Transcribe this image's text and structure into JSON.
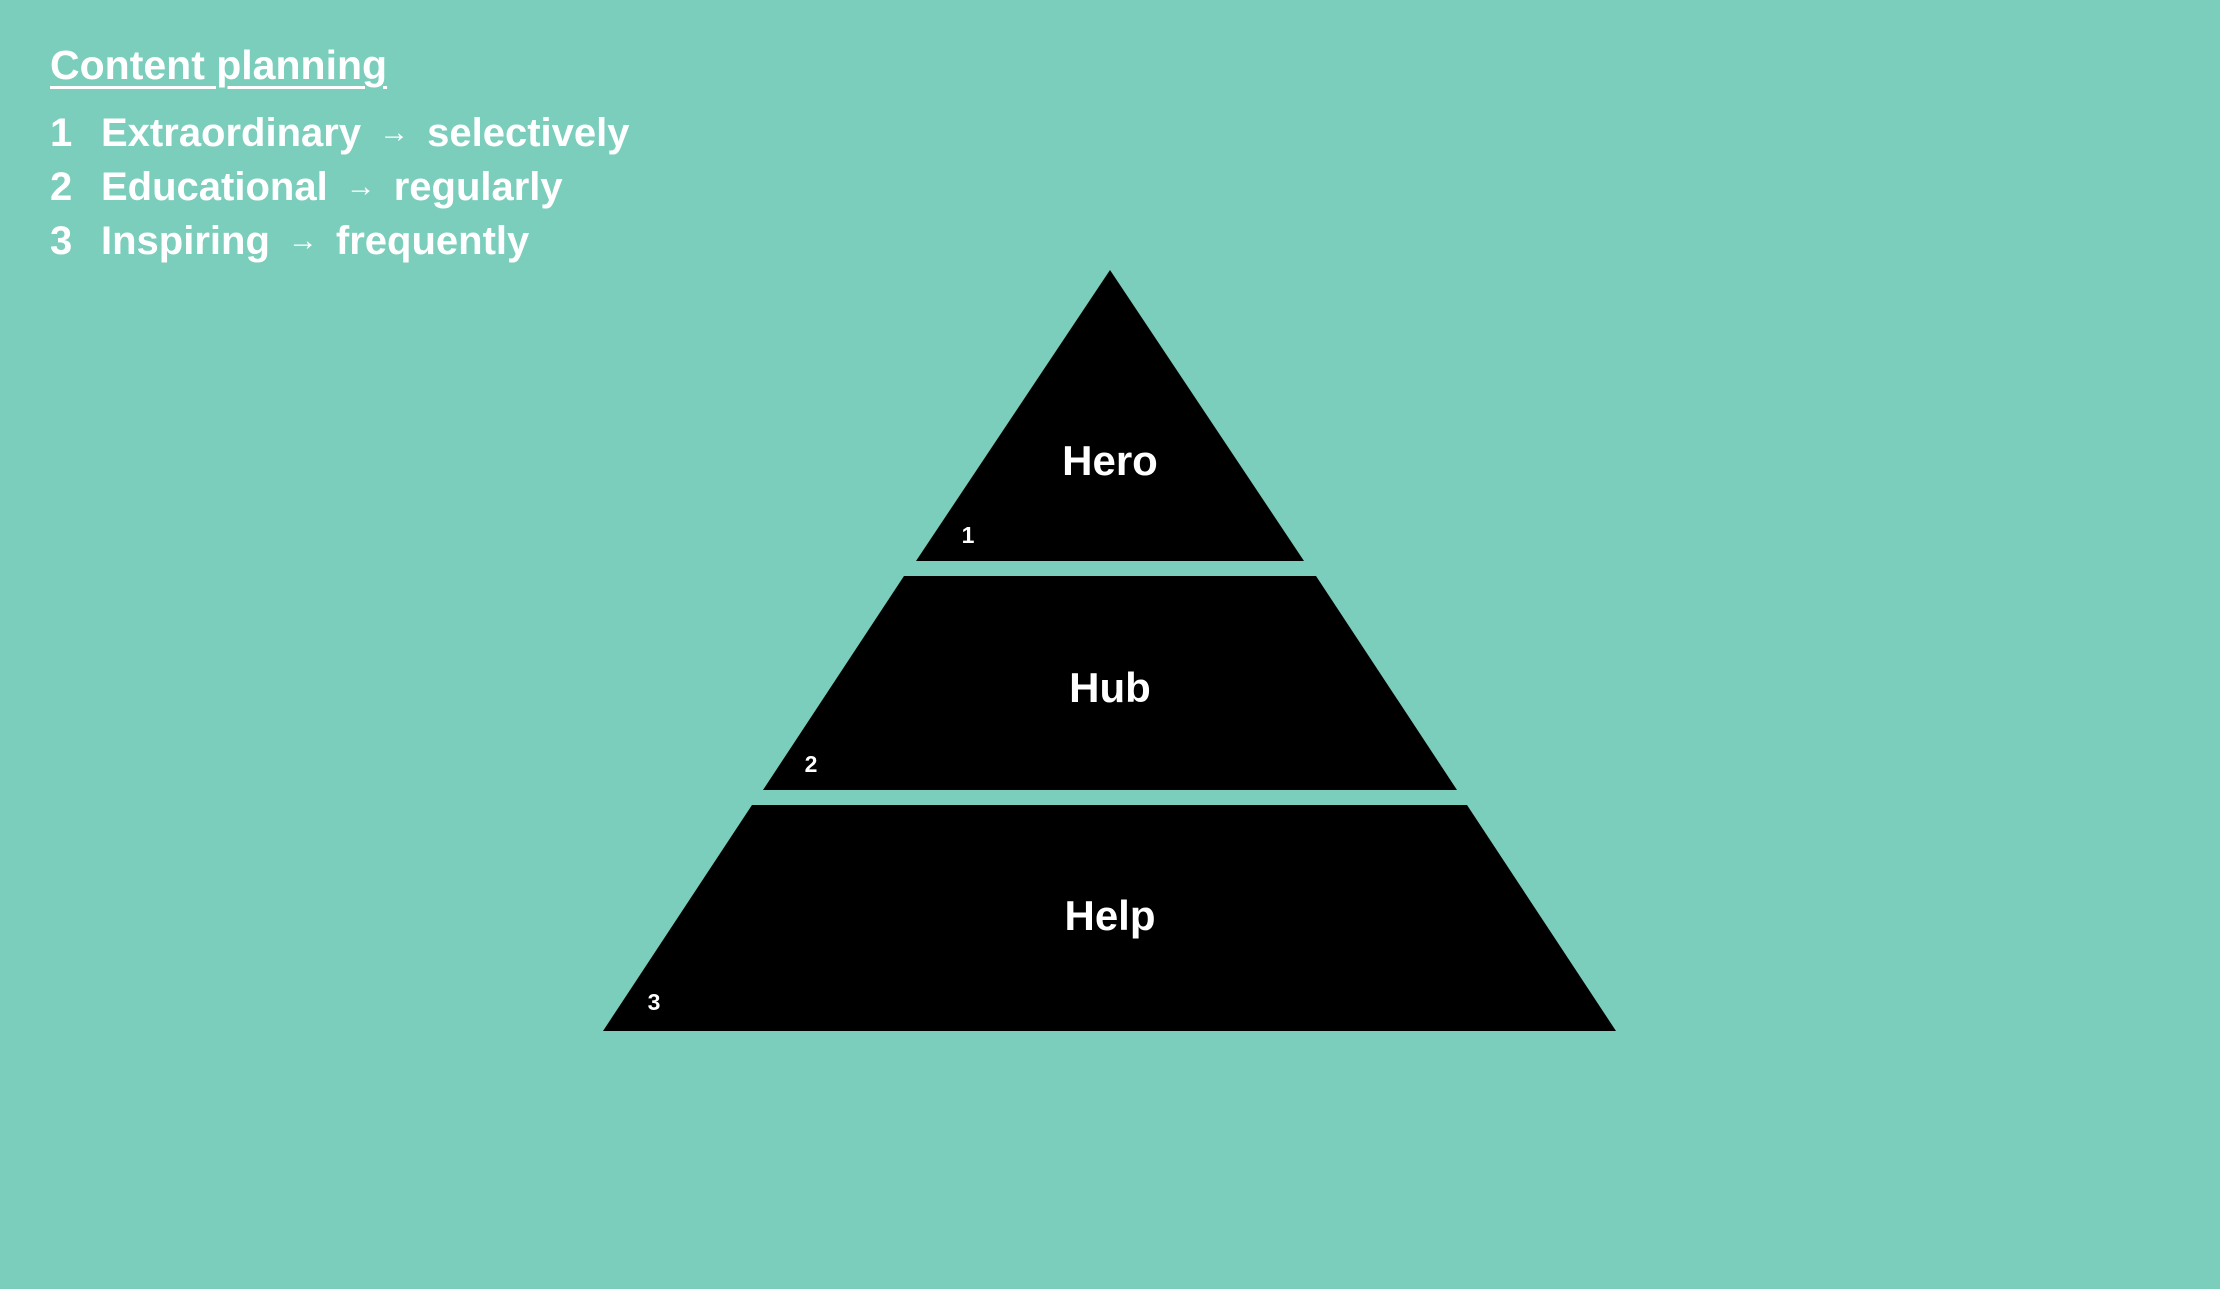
{
  "colors": {
    "background": "#7bcdbc",
    "tier_fill": "#000000",
    "text": "#ffffff"
  },
  "legend": {
    "title": "Content planning",
    "arrow": "→",
    "items": [
      {
        "number": "1",
        "type": "Extraordinary",
        "frequency": "selectively"
      },
      {
        "number": "2",
        "type": "Educational",
        "frequency": "regularly"
      },
      {
        "number": "3",
        "type": "Inspiring",
        "frequency": "frequently"
      }
    ]
  },
  "pyramid": {
    "tiers": [
      {
        "label": "Hero",
        "number": "1"
      },
      {
        "label": "Hub",
        "number": "2"
      },
      {
        "label": "Help",
        "number": "3"
      }
    ]
  }
}
